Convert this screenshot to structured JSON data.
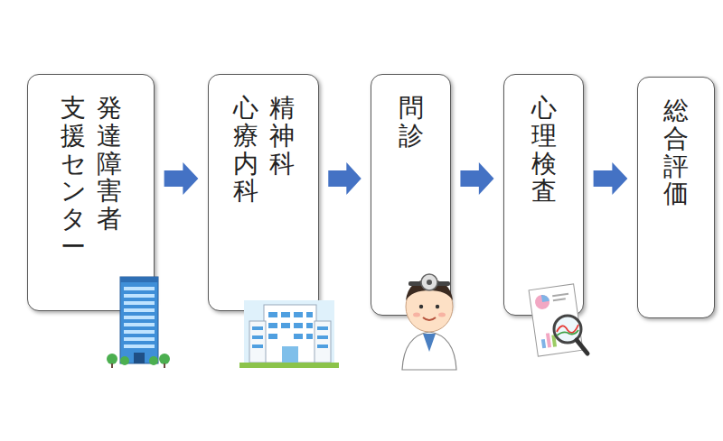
{
  "diagram": {
    "nodes": [
      {
        "text": [
          "発達障害者 支援センター"
        ]
      },
      {
        "text": [
          "精神科 心療内科"
        ]
      },
      {
        "text": [
          "問診"
        ]
      },
      {
        "text": [
          "心理検査"
        ]
      },
      {
        "text": [
          "総合評価"
        ]
      }
    ],
    "edges": [
      {
        "from": 0,
        "to": 1,
        "arrow": "to"
      },
      {
        "from": 1,
        "to": 2,
        "arrow": "to"
      },
      {
        "from": 2,
        "to": 3,
        "arrow": "to"
      },
      {
        "from": 3,
        "to": 4,
        "arrow": "to"
      }
    ]
  }
}
